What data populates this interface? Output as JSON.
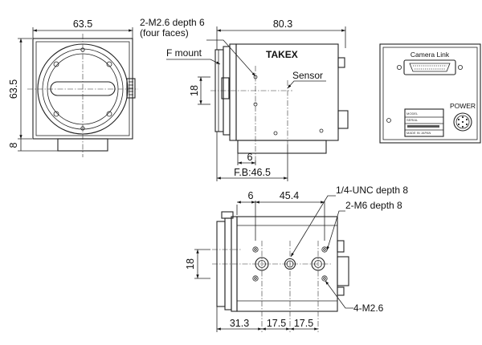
{
  "front_view": {
    "width_dim": "63.5",
    "height_dim": "63.5",
    "base_dim": "8"
  },
  "side_view": {
    "length_dim": "80.3",
    "tap_holes_label_line1": "2-M2.6 depth 6",
    "tap_holes_label_line2": "(four faces)",
    "mount_label": "F mount",
    "sensor_label": "Sensor",
    "brand_logo": "TAKEX",
    "height_dim": "18",
    "offset_dim": "6",
    "flange_back_dim": "F.B:46.5"
  },
  "rear_view": {
    "connector_label": "Camera Link",
    "power_label": "POWER",
    "nameplate_lines": [
      "MODEL",
      "SERIAL",
      "",
      "MADE IN JAPAN"
    ]
  },
  "bottom_view": {
    "offset_dim": "6",
    "hole_span_dim": "45.4",
    "tripod_label": "1/4-UNC depth 8",
    "m6_label": "2-M6 depth 8",
    "m26_label": "4-M2.6",
    "height_dim": "18",
    "dim_31": "31.3",
    "dim_17a": "17.5",
    "dim_17b": "17.5"
  }
}
